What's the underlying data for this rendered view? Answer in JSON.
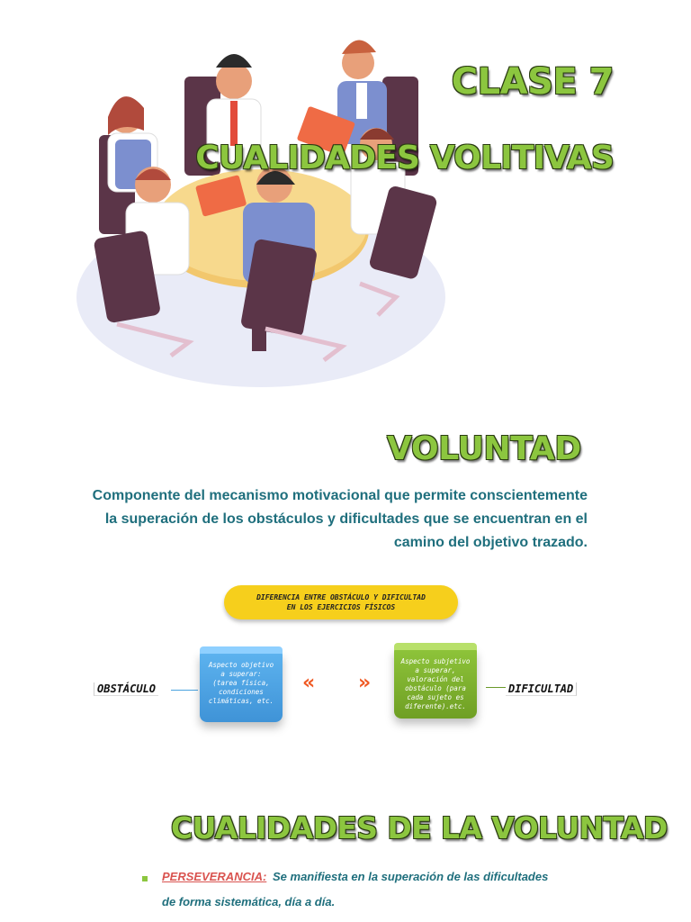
{
  "header": {
    "class_title": "CLASE 7",
    "subtitle": "CUALIDADES VOLITIVAS"
  },
  "voluntad": {
    "title": "VOLUNTAD",
    "definition_lines": [
      "Componente del mecanismo motivacional que permite conscientemente",
      "la superación de los obstáculos y dificultades que se encuentran en el",
      "camino del objetivo trazado."
    ]
  },
  "diagram": {
    "heading_lines": [
      "DIFERENCIA ENTRE OBSTÁCULO Y DIFICULTAD",
      "EN LOS EJERCICIOS FÍSICOS"
    ],
    "left_term": "OBSTÁCULO",
    "right_term": "DIFICULTAD",
    "left_card_lines": [
      "Aspecto objetivo",
      "a superar:",
      "(tarea física,",
      "condiciones",
      "climáticas, etc."
    ],
    "right_card_lines": [
      "Aspecto subjetivo",
      "a superar,",
      "valoración del",
      "obstáculo (para",
      "cada sujeto es",
      "diferente).etc."
    ],
    "left_arrow": "«",
    "right_arrow": "»",
    "colors": {
      "left_card": "#4aa3e6",
      "right_card": "#7fb32f",
      "arrows": "#f05a24",
      "pill": "#f6cf1c"
    }
  },
  "cualidades": {
    "title": "CUALIDADES DE LA VOLUNTAD",
    "items": [
      {
        "term": "PERSEVERANCIA:",
        "desc_line1": "Se manifiesta en la superación de las dificultades",
        "desc_line2": "de forma sistemática, día a día."
      }
    ]
  },
  "colors": {
    "title_green": "#8cc63f",
    "text_teal": "#1f6f7d",
    "term_red": "#d9534f"
  },
  "illustration_icon": "meeting-table-illustration"
}
